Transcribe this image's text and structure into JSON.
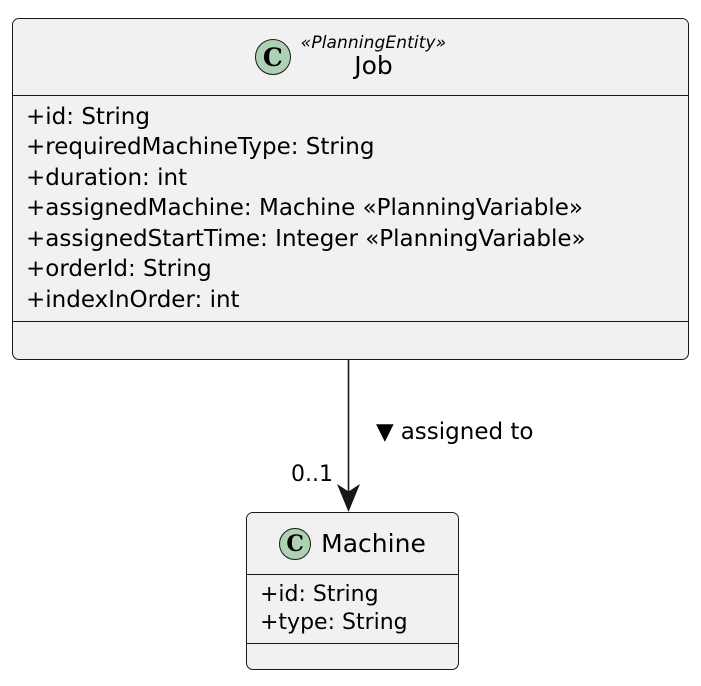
{
  "diagram": {
    "type": "uml-class-diagram",
    "background": "#FFFFFF",
    "accent_fill": "#ADD1B2",
    "box_fill": "#F1F1F1",
    "stroke": "#181818"
  },
  "classes": [
    {
      "id": "job",
      "icon_letter": "C",
      "stereotype": "«PlanningEntity»",
      "name": "Job",
      "attributes": [
        "+id: String",
        "+requiredMachineType: String",
        "+duration: int",
        "+assignedMachine: Machine «PlanningVariable»",
        "+assignedStartTime: Integer «PlanningVariable»",
        "+orderId: String",
        "+indexInOrder: int"
      ],
      "methods": []
    },
    {
      "id": "machine",
      "icon_letter": "C",
      "stereotype": "",
      "name": "Machine",
      "attributes": [
        "+id: String",
        "+type: String"
      ],
      "methods": []
    }
  ],
  "relationships": [
    {
      "id": "job-to-machine",
      "from": "Job",
      "to": "Machine",
      "label": "assigned to",
      "direction_marker": "▼",
      "target_multiplicity": "0..1",
      "arrow_style": "filled-arrowhead"
    }
  ]
}
